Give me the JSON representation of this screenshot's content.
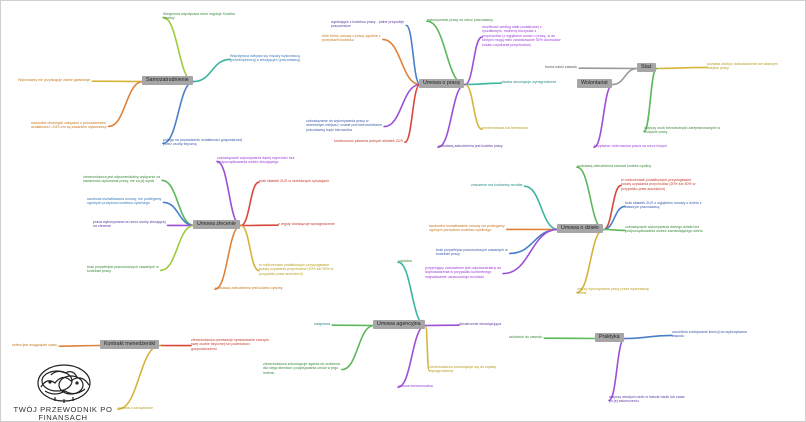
{
  "colors": {
    "node_bg": "#a6a6a6",
    "green": "#5cb85c",
    "lime": "#9ccc3c",
    "teal": "#3cb4a0",
    "blue": "#4a7fc8",
    "purple": "#9c4fd6",
    "orange": "#e0823a",
    "red": "#d9473a",
    "yellow": "#d6b43a",
    "gray": "#999999"
  },
  "logo": {
    "line1": "TWÓJ PRZEWODNIK PO",
    "line2": "FINANSACH"
  },
  "nodes": [
    {
      "id": "n_samo",
      "text": "Samozatrudnienie"
    },
    {
      "id": "n_umpr",
      "text": "Umowa o pracę"
    },
    {
      "id": "n_wolo",
      "text": "Wolontariat"
    },
    {
      "id": "n_staz",
      "text": "Staż"
    },
    {
      "id": "n_uzle",
      "text": "Umowa zlecenie"
    },
    {
      "id": "n_udzi",
      "text": "Umowa o dzieło"
    },
    {
      "id": "n_uage",
      "text": "Umowa agencyjna"
    },
    {
      "id": "n_kmen",
      "text": "Kontrakt menedżerski"
    },
    {
      "id": "n_prak",
      "text": "Praktyka"
    }
  ],
  "labels": [
    {
      "id": "l1",
      "color": "#3a8a3a",
      "text": "Wzajemna współpraca stron reguluje Kodeks\ncywilny"
    },
    {
      "id": "l2",
      "color": "#3a7ab8",
      "text": "Współpraca odbywa się między wykonawcą\n(przedsiębiorcą) a zlecającym (pracodawcą)"
    },
    {
      "id": "l3",
      "color": "#c4781e",
      "text": "Wykonawcy nie przysługuje żadne gwarancje"
    },
    {
      "id": "l4",
      "color": "#c4781e",
      "text": "wszystkie obowiązki związane z prowadzeniem\ndziałalności i ZUS-em są zadaniem wykonawcy"
    },
    {
      "id": "l5",
      "color": "#3a5aa8",
      "text": "polega na prowadzeniu działalności gospodarczej\nprzez osobę fizyczną"
    },
    {
      "id": "l6",
      "color": "#5a3aa0",
      "text": "wynikające z kodeksu pracy - pełne przywileje\npracownicze"
    },
    {
      "id": "l7",
      "color": "#c4781e",
      "text": "Inne formy umowy o pracę zgodnie z\nprzepisami kodeksu"
    },
    {
      "id": "l8",
      "color": "#3a8a3a",
      "text": "wykonywanie pracy na rzecz pracodawcy"
    },
    {
      "id": "l9",
      "color": "#9c3ad6",
      "text": "możliwość według stałe podatkowej z\nryczałtowym, możemy korzystać z\nprzychodów (z wyjątkiem umów o pracę, w do\nktórych mogą mieć zastosowanie 50% dochodów\nkosztu uzyskania przychodów)"
    },
    {
      "id": "l10",
      "color": "#2a8a8a",
      "text": "stawka obowiązuje wynagrodzenie"
    },
    {
      "id": "l11",
      "color": "#3a5aa8",
      "text": "zobowiązanie do wykonywania pracy w\nokreślonym miejscu i czasie pod kierownictwem\npracodawcy bądź kierownika"
    },
    {
      "id": "l12",
      "color": "#b8a020",
      "text": "bezterminowa lub terminowa"
    },
    {
      "id": "l13",
      "color": "#c43a2a",
      "text": "konieczność płacenia pełnych składek ZUS"
    },
    {
      "id": "l14",
      "color": "#5a3aa0",
      "text": "podstawą zatrudnienia jest kodeks pracy"
    },
    {
      "id": "l15",
      "color": "#555555",
      "text": "forma nauki zawodu"
    },
    {
      "id": "l16",
      "color": "#b8a020",
      "text": "pozwala zdobyć doświadczenie we własnym\nmiejscu pracy"
    },
    {
      "id": "l17",
      "color": "#3a8a3a",
      "text": "dotyczy osób bezrobotnych zarejestrowanych w\nurzędzie pracy"
    },
    {
      "id": "l18",
      "color": "#9c3ad6",
      "text": "bezpłatna i dobrowolna praca na rzecz innych"
    },
    {
      "id": "l19",
      "color": "#9c3ad6",
      "text": "zobowiązanie wykonywania danej czynności bez\npodporządkowania wobec zlecającego"
    },
    {
      "id": "l20",
      "color": "#3a8a3a",
      "text": "zleceniodawca jest odpowiedzialny wyłącznie za\nstaranność wykonania pracy, nie za jej wynik"
    },
    {
      "id": "l21",
      "color": "#c43a2a",
      "text": "brak składek ZUS w określonych sytuacjach"
    },
    {
      "id": "l22",
      "color": "#3a7ab8",
      "text": "swoboda kształtowania umowy, nie podlegamy\nogólnych przepisów kodeksu cywilnego"
    },
    {
      "id": "l23",
      "color": "#5a3aa0",
      "text": "praca wykonywana na rzecz osoby zlecającej\nna zlecenie"
    },
    {
      "id": "l24",
      "color": "#c43a2a",
      "text": "z reguły obowiązuje wynagrodzenie"
    },
    {
      "id": "l25",
      "color": "#3a8a3a",
      "text": "brak przywilejów pracowniczych zawartych w\nkodeksie pracy"
    },
    {
      "id": "l26",
      "color": "#b8a020",
      "text": "w rozliczeniach podatkowych przysługiwane\nkoszty uzyskania przychodów (20% lub 50% w\nprzypadku praw autorskich)"
    },
    {
      "id": "l27",
      "color": "#c4781e",
      "text": "podstawą zatrudnienia jest kodeks cywilny"
    },
    {
      "id": "l28",
      "color": "#3a8a3a",
      "text": "podstawą zatrudnienia stanowi kodeks cywilny"
    },
    {
      "id": "l29",
      "color": "#2a8a8a",
      "text": "znaczenie ma konkretny rezultat"
    },
    {
      "id": "l30",
      "color": "#c43a2a",
      "text": "w rozliczeniach podatkowych przysługiwane\nkoszty uzyskania przychodów (20% lub 50% w\nprzypadku praw autorskich)"
    },
    {
      "id": "l31",
      "color": "#3a5aa8",
      "text": "brak składek ZUS z wyjątkiem umowy o dzieło z\nwłasnym pracodawcą"
    },
    {
      "id": "l32",
      "color": "#c4781e",
      "text": "swobodne kształtowanie umowy nie podlegamy\nogólnym przepisom kodeksu cywilnego"
    },
    {
      "id": "l33",
      "color": "#3a8a3a",
      "text": "zobowiązanie wykonywania danego dzieła bez\npodporządkowania wobec zamawiającego dzieło"
    },
    {
      "id": "l34",
      "color": "#3a5aa8",
      "text": "brak przywilejów pracowniczych zawartych w\nkodeksie pracy"
    },
    {
      "id": "l35",
      "color": "#9c3ad6",
      "text": "przyjmujący zamówienie jest odpowiedzialny do\ndoprowadzenia w przypadku konkretnego\nindywidualnie oznaczonego rezultatu"
    },
    {
      "id": "l36",
      "color": "#b8a020",
      "text": "rzeczy wykonywania pracy przez wykonawcę\ndzieła"
    },
    {
      "id": "l37",
      "color": "#3a8a3a",
      "text": "odpłatna"
    },
    {
      "id": "l38",
      "color": "#2a8a8a",
      "text": "wzajemna"
    },
    {
      "id": "l39",
      "color": "#5a3aa0",
      "text": "dwustronnie obowiązująca"
    },
    {
      "id": "l40",
      "color": "#3a8a3a",
      "text": "zleceniodawca zobowiązuje agenta do zrobienia\ndla niego klientów i podpisywania umów w jego\nimieniu"
    },
    {
      "id": "l41",
      "color": "#b8a020",
      "text": "zleceniodawca zobowiązuje się do zapłaty\nwynagrodzenia"
    },
    {
      "id": "l42",
      "color": "#9c3ad6",
      "text": "umowa konsensualna"
    },
    {
      "id": "l43",
      "color": "#c4781e",
      "text": "celem jest osiągnięcie zysku"
    },
    {
      "id": "l44",
      "color": "#c43a2a",
      "text": "zleceniodawca przekazuje sprawowanie zarządu\nswej osobie fizycznej lub podmiotowi\ngospodarczemu"
    },
    {
      "id": "l45",
      "color": "#b8a020",
      "text": "umowa o zarządzanie"
    },
    {
      "id": "l46",
      "color": "#3a8a3a",
      "text": "szkolenie do zawodu"
    },
    {
      "id": "l47",
      "color": "#3a5aa8",
      "text": "umożliwia zdobywanie licencji do wykonywania\nzawodu"
    },
    {
      "id": "l48",
      "color": "#5a3aa0",
      "text": "dotyczy młodych osób w trakcie nauki lub zaraz\npo jej zakończeniu"
    }
  ]
}
